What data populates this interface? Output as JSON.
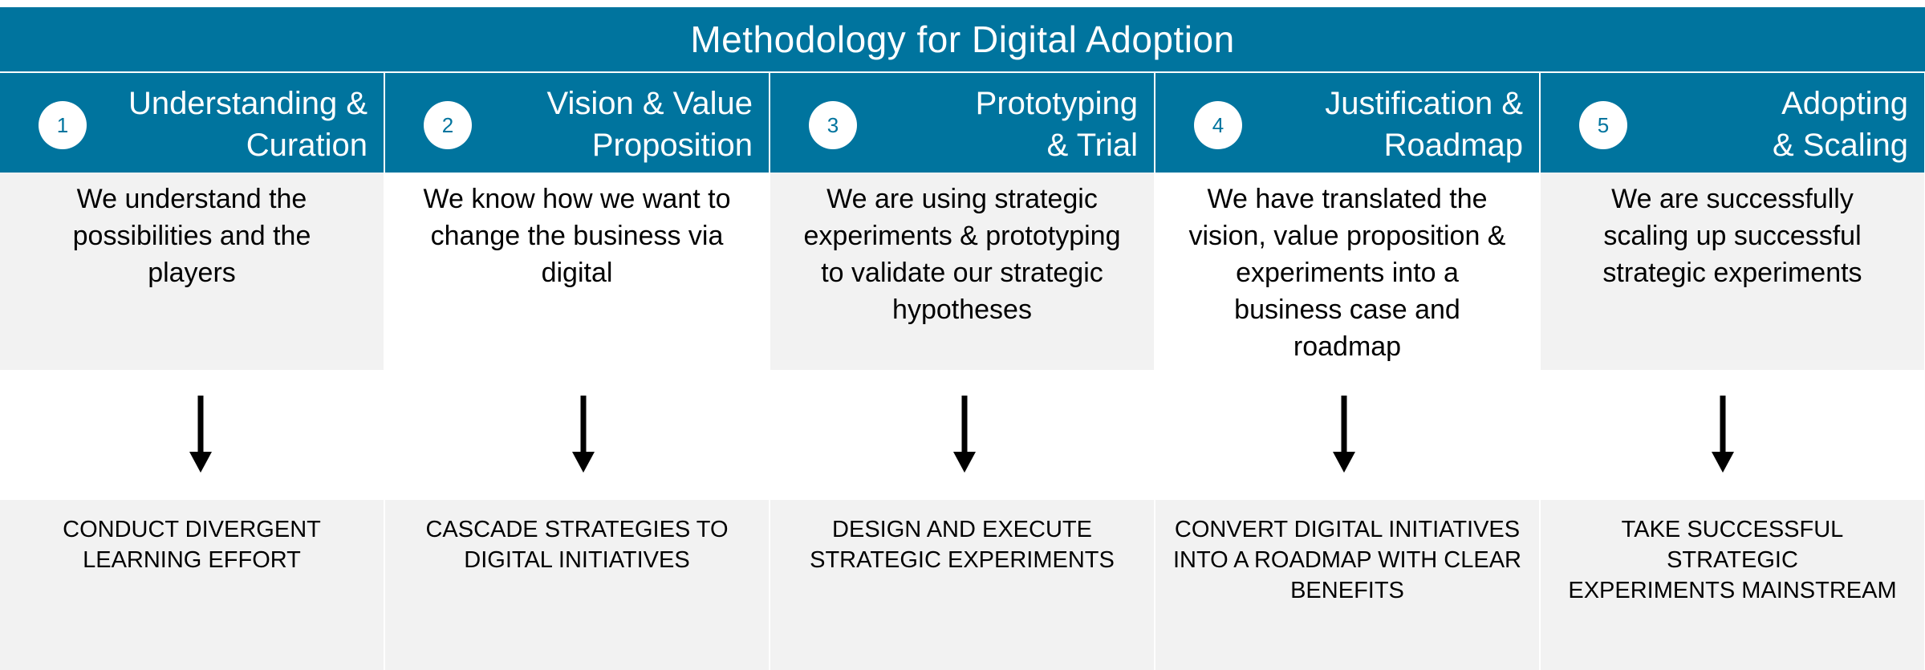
{
  "title": "Methodology for Digital Adoption",
  "colors": {
    "header_blue": "#00749e",
    "panel_gray": "#f2f2f2",
    "text": "#000000",
    "white": "#ffffff"
  },
  "steps": [
    {
      "number": "1",
      "title": "Understanding &\nCuration",
      "description": "We understand the\npossibilities  and the\nplayers",
      "action": "CONDUCT DIVERGENT\nLEARNING EFFORT"
    },
    {
      "number": "2",
      "title": "Vision & Value\nProposition",
      "description": "We know how we want to\nchange the business via\ndigital",
      "action": "CASCADE STRATEGIES TO\nDIGITAL  INITIATIVES"
    },
    {
      "number": "3",
      "title": "Prototyping\n& Trial",
      "description": "We are using strategic\nexperiments & prototyping\nto validate our strategic\nhypotheses",
      "action": "DESIGN AND EXECUTE\nSTRATEGIC EXPERIMENTS"
    },
    {
      "number": "4",
      "title": "Justification &\nRoadmap",
      "description": "We have translated  the\nvision, value proposition  &\nexperiments into a\nbusiness case and\nroadmap",
      "action": "CONVERT DIGITAL INITIATIVES\nINTO A ROADMAP WITH CLEAR\nBENEFITS"
    },
    {
      "number": "5",
      "title": "Adopting\n& Scaling",
      "description": "We are successfully\nscaling up successful\nstrategic experiments",
      "action": "TAKE SUCCESSFUL STRATEGIC\nEXPERIMENTS MAINSTREAM"
    }
  ]
}
